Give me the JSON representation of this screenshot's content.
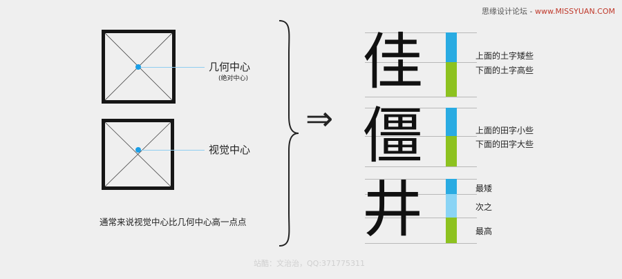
{
  "watermark": {
    "site": "思缘设计论坛",
    "url": "www.MISSYUAN.COM"
  },
  "left": {
    "top_square": {
      "label": "几何中心",
      "sublabel": "(绝对中心)"
    },
    "bottom_square": {
      "label": "视觉中心"
    },
    "caption": "通常来说视觉中心比几何中心高一点点"
  },
  "right": {
    "rows": [
      {
        "char": "佳",
        "notes": [
          "上面的土字矮些",
          "下面的土字高些"
        ]
      },
      {
        "char": "僵",
        "notes": [
          "上面的田字小些",
          "下面的田字大些"
        ]
      },
      {
        "char": "井",
        "notes": [
          "最矮",
          "次之",
          "最高"
        ]
      }
    ]
  },
  "arrow": "⇒",
  "credit": "站酷：文治治，QQ:371775311",
  "colors": {
    "blue": "#29abe2",
    "light_blue": "#8ad4f5",
    "green": "#8dc21f",
    "dot": "#1a9ee6"
  }
}
